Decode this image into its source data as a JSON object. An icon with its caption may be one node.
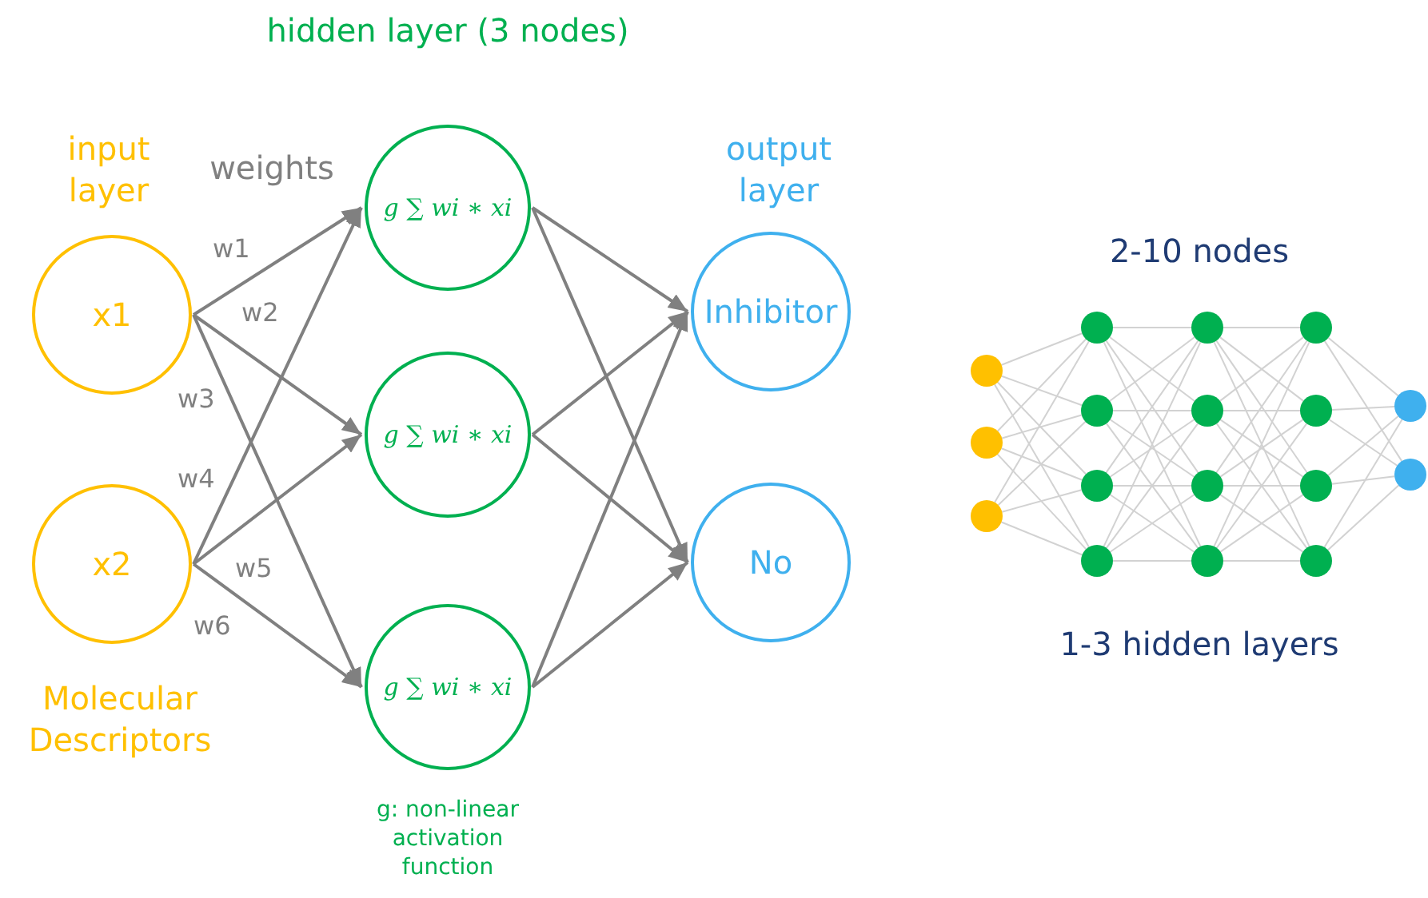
{
  "diagram": {
    "nodes": [
      {
        "text": [
          "x1"
        ]
      },
      {
        "text": [
          "x2"
        ]
      },
      {
        "text": [
          "g ∑ wi ∗ xi"
        ]
      },
      {
        "text": [
          "g ∑ wi ∗ xi"
        ]
      },
      {
        "text": [
          "g ∑ wi ∗ xi"
        ]
      },
      {
        "text": [
          "Inhibitor"
        ]
      },
      {
        "text": [
          "No"
        ]
      },
      {
        "text": [],
        "shape": "circle"
      },
      {
        "text": [],
        "shape": "circle"
      },
      {
        "text": [],
        "shape": "circle"
      },
      {
        "text": [],
        "shape": "circle"
      },
      {
        "text": [],
        "shape": "circle"
      },
      {
        "text": [],
        "shape": "circle"
      },
      {
        "text": [],
        "shape": "circle"
      },
      {
        "text": [],
        "shape": "circle"
      },
      {
        "text": [],
        "shape": "circle"
      },
      {
        "text": [],
        "shape": "circle"
      },
      {
        "text": [],
        "shape": "circle"
      },
      {
        "text": [],
        "shape": "circle"
      },
      {
        "text": [],
        "shape": "circle"
      },
      {
        "text": [],
        "shape": "circle"
      },
      {
        "text": [],
        "shape": "circle"
      },
      {
        "text": [],
        "shape": "circle"
      },
      {
        "text": [],
        "shape": "circle"
      }
    ],
    "edges": [
      {
        "from": 0,
        "to": 2,
        "arrow": "to",
        "label": "w1",
        "color": "#808080"
      },
      {
        "from": 0,
        "to": 3,
        "arrow": "to",
        "label": "w2",
        "color": "#808080"
      },
      {
        "from": 0,
        "to": 4,
        "arrow": "to",
        "label": "w3",
        "color": "#808080"
      },
      {
        "from": 1,
        "to": 2,
        "arrow": "to",
        "label": "w4",
        "color": "#808080"
      },
      {
        "from": 1,
        "to": 3,
        "arrow": "to",
        "label": "w5",
        "color": "#808080"
      },
      {
        "from": 1,
        "to": 4,
        "arrow": "to",
        "label": "w6",
        "color": "#808080"
      },
      {
        "from": 2,
        "to": 5,
        "arrow": "to",
        "color": "#808080"
      },
      {
        "from": 2,
        "to": 6,
        "arrow": "to",
        "color": "#808080"
      },
      {
        "from": 3,
        "to": 5,
        "arrow": "to",
        "color": "#808080"
      },
      {
        "from": 3,
        "to": 6,
        "arrow": "to",
        "color": "#808080"
      },
      {
        "from": 4,
        "to": 5,
        "arrow": "to",
        "color": "#808080"
      },
      {
        "from": 4,
        "to": 6,
        "arrow": "to",
        "color": "#808080"
      },
      {
        "from": 7,
        "to": 10,
        "arrow": "none"
      },
      {
        "from": 7,
        "to": 11,
        "arrow": "none"
      },
      {
        "from": 7,
        "to": 12,
        "arrow": "none"
      },
      {
        "from": 7,
        "to": 13,
        "arrow": "none"
      },
      {
        "from": 8,
        "to": 10,
        "arrow": "none"
      },
      {
        "from": 8,
        "to": 11,
        "arrow": "none"
      },
      {
        "from": 8,
        "to": 12,
        "arrow": "none"
      },
      {
        "from": 8,
        "to": 13,
        "arrow": "none"
      },
      {
        "from": 9,
        "to": 10,
        "arrow": "none"
      },
      {
        "from": 9,
        "to": 11,
        "arrow": "none"
      },
      {
        "from": 9,
        "to": 12,
        "arrow": "none"
      },
      {
        "from": 9,
        "to": 13,
        "arrow": "none"
      },
      {
        "from": 10,
        "to": 14,
        "arrow": "none"
      },
      {
        "from": 10,
        "to": 15,
        "arrow": "none"
      },
      {
        "from": 10,
        "to": 16,
        "arrow": "none"
      },
      {
        "from": 10,
        "to": 17,
        "arrow": "none"
      },
      {
        "from": 11,
        "to": 14,
        "arrow": "none"
      },
      {
        "from": 11,
        "to": 15,
        "arrow": "none"
      },
      {
        "from": 11,
        "to": 16,
        "arrow": "none"
      },
      {
        "from": 11,
        "to": 17,
        "arrow": "none"
      },
      {
        "from": 12,
        "to": 14,
        "arrow": "none"
      },
      {
        "from": 12,
        "to": 15,
        "arrow": "none"
      },
      {
        "from": 12,
        "to": 16,
        "arrow": "none"
      },
      {
        "from": 12,
        "to": 17,
        "arrow": "none"
      },
      {
        "from": 13,
        "to": 14,
        "arrow": "none"
      },
      {
        "from": 13,
        "to": 15,
        "arrow": "none"
      },
      {
        "from": 13,
        "to": 16,
        "arrow": "none"
      },
      {
        "from": 13,
        "to": 17,
        "arrow": "none"
      },
      {
        "from": 14,
        "to": 18,
        "arrow": "none"
      },
      {
        "from": 14,
        "to": 19,
        "arrow": "none"
      },
      {
        "from": 14,
        "to": 20,
        "arrow": "none"
      },
      {
        "from": 14,
        "to": 21,
        "arrow": "none"
      },
      {
        "from": 15,
        "to": 18,
        "arrow": "none"
      },
      {
        "from": 15,
        "to": 19,
        "arrow": "none"
      },
      {
        "from": 15,
        "to": 20,
        "arrow": "none"
      },
      {
        "from": 15,
        "to": 21,
        "arrow": "none"
      },
      {
        "from": 16,
        "to": 18,
        "arrow": "none"
      },
      {
        "from": 16,
        "to": 19,
        "arrow": "none"
      },
      {
        "from": 16,
        "to": 20,
        "arrow": "none"
      },
      {
        "from": 16,
        "to": 21,
        "arrow": "none"
      },
      {
        "from": 17,
        "to": 18,
        "arrow": "none"
      },
      {
        "from": 17,
        "to": 19,
        "arrow": "none"
      },
      {
        "from": 17,
        "to": 20,
        "arrow": "none"
      },
      {
        "from": 17,
        "to": 21,
        "arrow": "none"
      },
      {
        "from": 18,
        "to": 22,
        "arrow": "none"
      },
      {
        "from": 18,
        "to": 23,
        "arrow": "none"
      },
      {
        "from": 19,
        "to": 22,
        "arrow": "none"
      },
      {
        "from": 19,
        "to": 23,
        "arrow": "none"
      },
      {
        "from": 20,
        "to": 22,
        "arrow": "none"
      },
      {
        "from": 20,
        "to": 23,
        "arrow": "none"
      },
      {
        "from": 21,
        "to": 22,
        "arrow": "none"
      },
      {
        "from": 21,
        "to": 23,
        "arrow": "none"
      }
    ],
    "labels": [
      "hidden layer (3 nodes)",
      "input layer",
      "weights",
      "output layer",
      "2-10 nodes",
      "1-3 hidden layers",
      "Molecular Descriptors",
      "g: non-linear activation function"
    ]
  }
}
